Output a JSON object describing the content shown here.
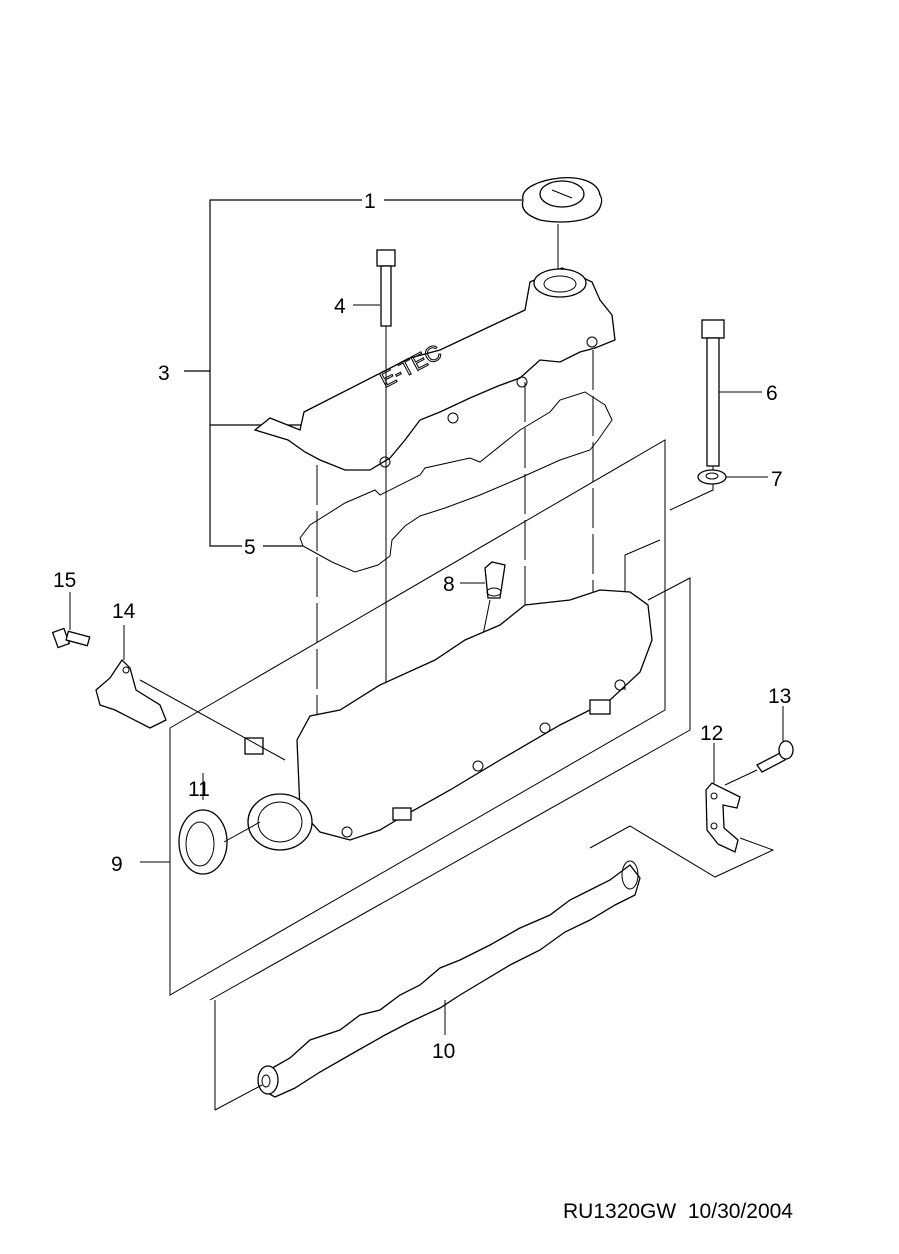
{
  "diagram": {
    "type": "exploded-parts-diagram",
    "subject": "Cylinder head cover / camshaft housing assembly",
    "cover_embossed_text": "E-TEC",
    "callouts": [
      {
        "id": "1",
        "label": "1",
        "part": "oil-filler-cap"
      },
      {
        "id": "3",
        "label": "3",
        "part": "cylinder-head-cover-assembly"
      },
      {
        "id": "4",
        "label": "4",
        "part": "cover-bolt"
      },
      {
        "id": "5",
        "label": "5",
        "part": "cover-gasket"
      },
      {
        "id": "6",
        "label": "6",
        "part": "long-bolt"
      },
      {
        "id": "7",
        "label": "7",
        "part": "washer"
      },
      {
        "id": "8",
        "label": "8",
        "part": "dowel-sleeve"
      },
      {
        "id": "9",
        "label": "9",
        "part": "camshaft-housing"
      },
      {
        "id": "10",
        "label": "10",
        "part": "camshaft"
      },
      {
        "id": "11",
        "label": "11",
        "part": "oil-seal"
      },
      {
        "id": "12",
        "label": "12",
        "part": "bracket"
      },
      {
        "id": "13",
        "label": "13",
        "part": "bracket-bolt"
      },
      {
        "id": "14",
        "label": "14",
        "part": "sensor"
      },
      {
        "id": "15",
        "label": "15",
        "part": "sensor-bolt"
      }
    ]
  },
  "footer": {
    "code": "RU1320GW",
    "date": "10/30/2004"
  }
}
